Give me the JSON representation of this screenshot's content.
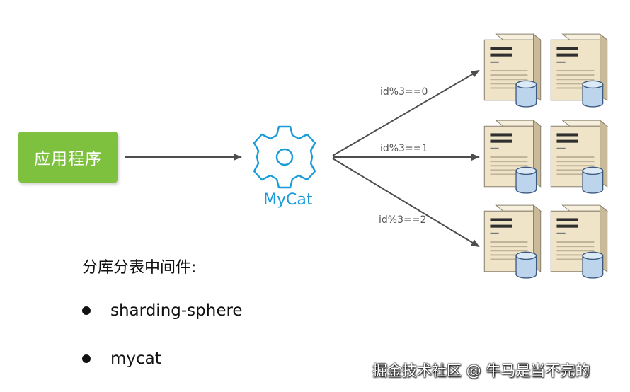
{
  "app_label": "应用程序",
  "mycat_label": "MyCat",
  "routes": [
    {
      "label": "id%3==0"
    },
    {
      "label": "id%3==1"
    },
    {
      "label": "id%3==2"
    }
  ],
  "middleware_title": "分库分表中间件:",
  "middleware_items": [
    "sharding-sphere",
    "mycat"
  ],
  "watermark": "掘金技术社区 @ 牛马是当不完的",
  "colors": {
    "app_box": "#7dc13f",
    "mycat": "#1a9cd8",
    "arrow": "#4d4d4d",
    "server_body": "#efe4c8",
    "database": "#bcd4ec"
  },
  "icons": [
    "gear-icon",
    "server-icon",
    "database-icon"
  ]
}
